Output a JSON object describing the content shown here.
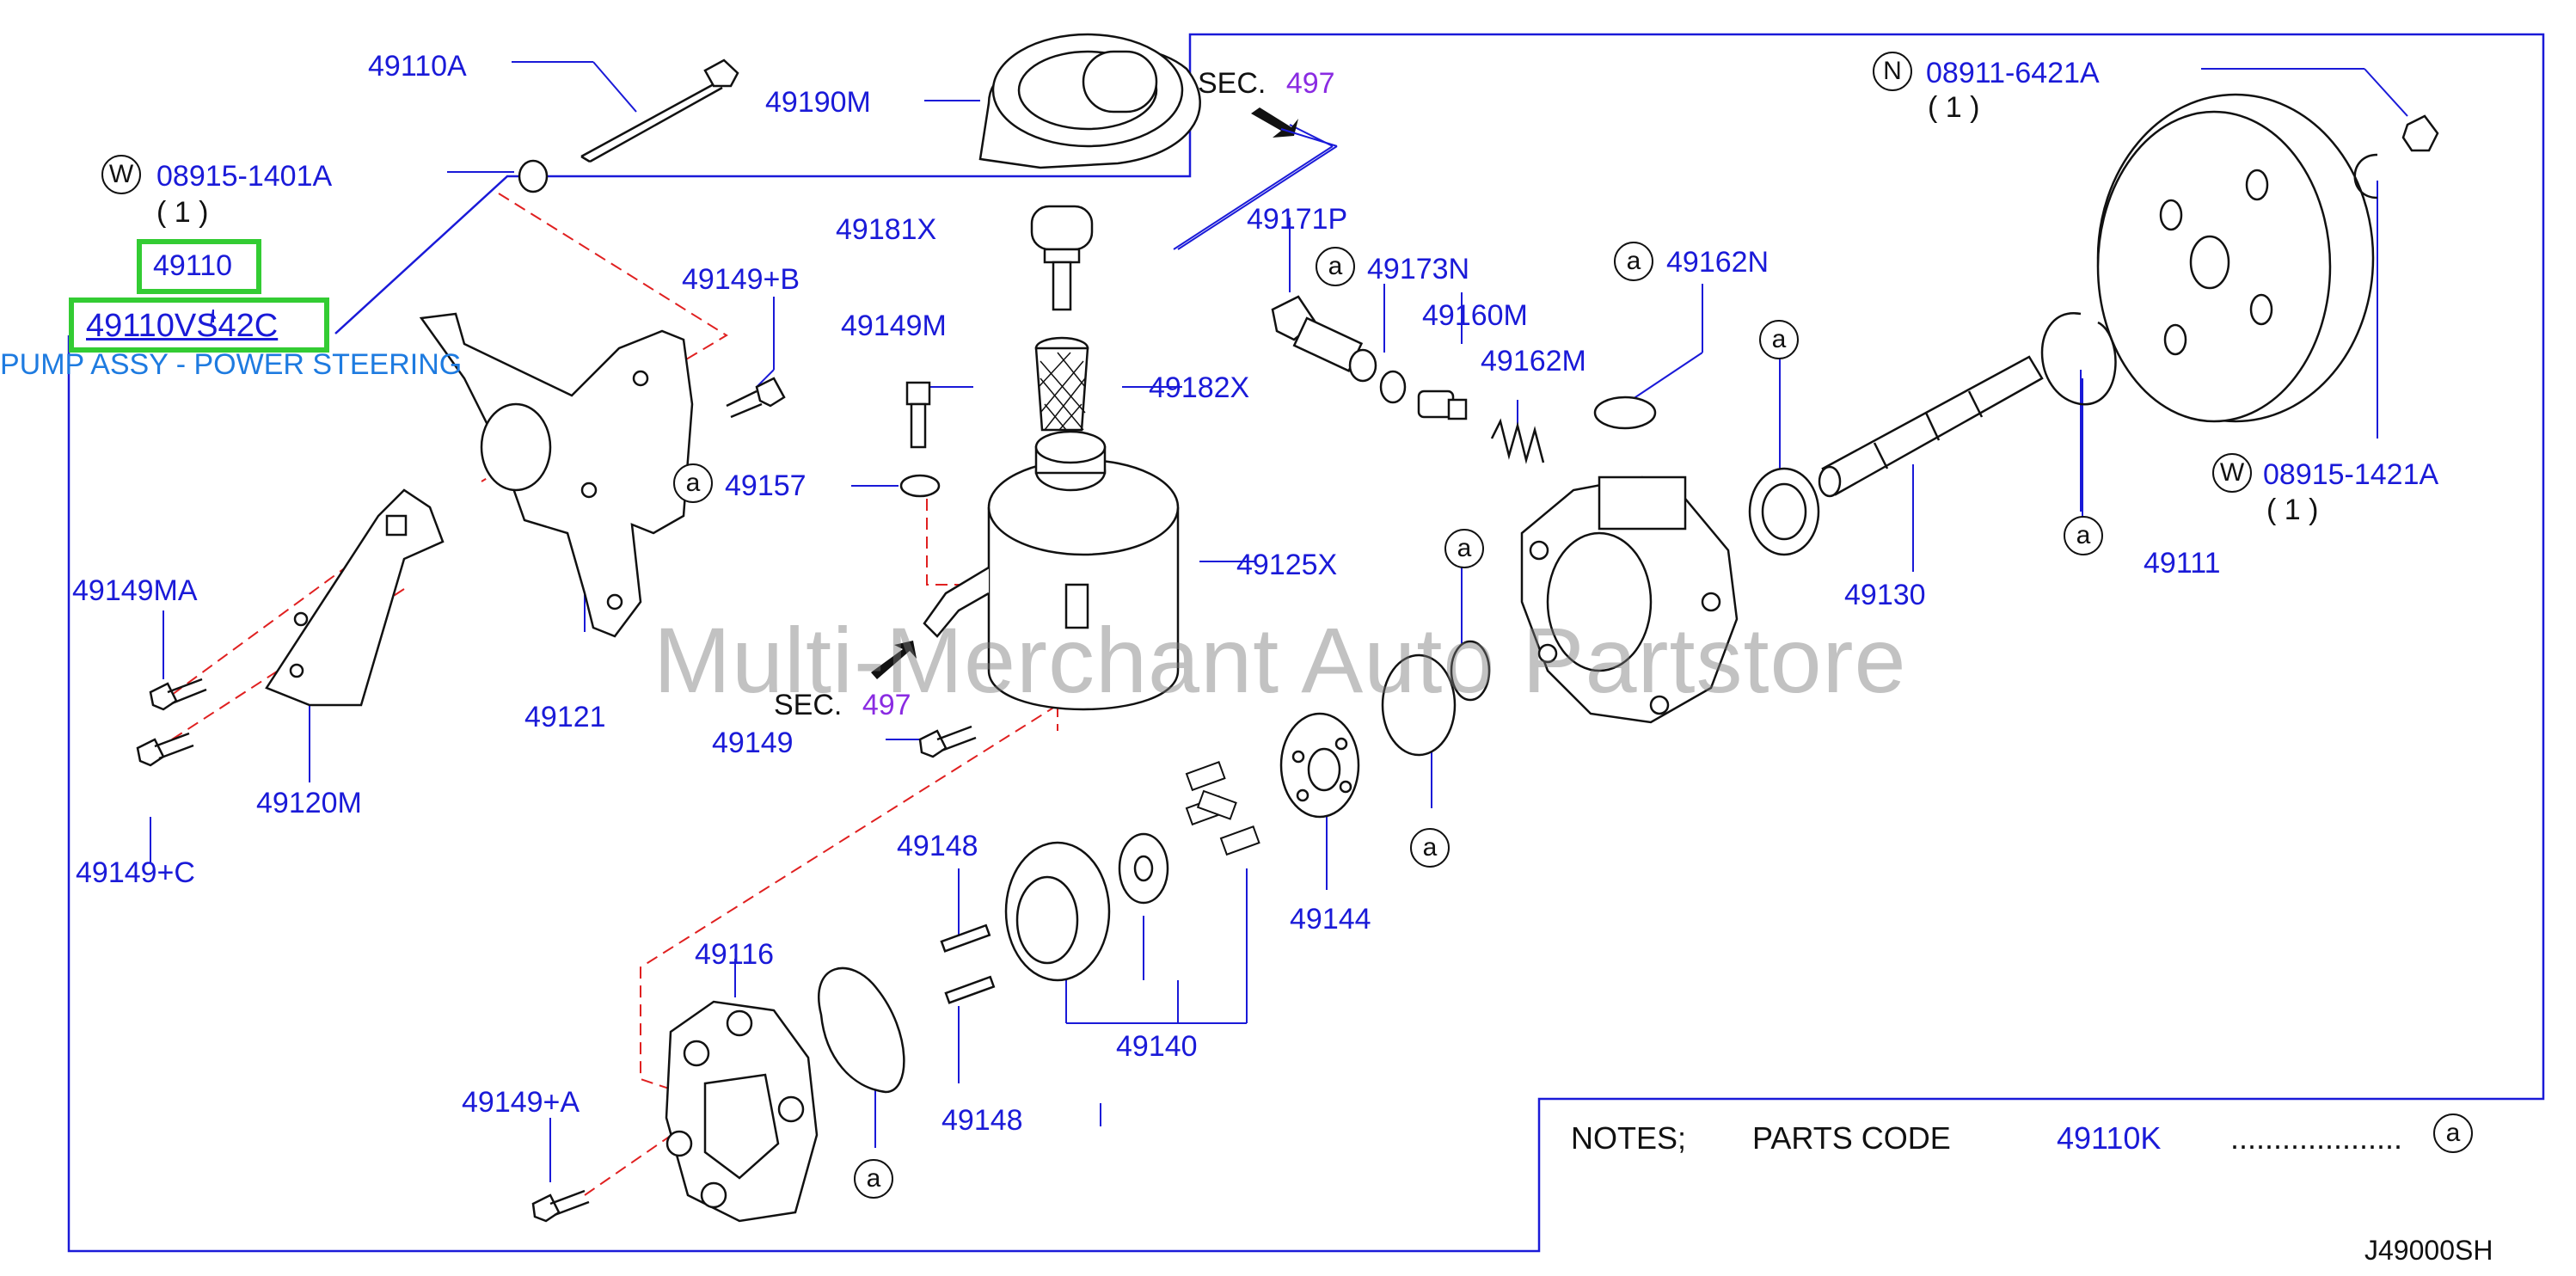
{
  "parts": {
    "p49110A": "49110A",
    "p49190M": "49190M",
    "p08915_1401A": "08915-1401A",
    "qty1_a": "( 1 )",
    "p49110": "49110",
    "p49110VS42C": "49110VS42C",
    "pump_desc": "PUMP ASSY - POWER STEERING",
    "p49149B": "49149+B",
    "p49121": "49121",
    "p49149MA": "49149MA",
    "p49120M": "49120M",
    "p49149C": "49149+C",
    "p49181X": "49181X",
    "p49149M": "49149M",
    "p49182X": "49182X",
    "p49157": "49157",
    "p49125X": "49125X",
    "p49149": "49149",
    "p49171P": "49171P",
    "p49173N": "49173N",
    "p49160M": "49160M",
    "p49162M": "49162M",
    "p49162N": "49162N",
    "p08911_6421A": "08911-6421A",
    "qty1_b": "( 1 )",
    "p08915_1421A": "08915-1421A",
    "qty1_c": "( 1 )",
    "p49111": "49111",
    "p49130": "49130",
    "p49144": "49144",
    "p49148_a": "49148",
    "p49148_b": "49148",
    "p49140": "49140",
    "p49116": "49116",
    "p49149A": "49149+A"
  },
  "sec": {
    "label1": "SEC.",
    "num1": "497",
    "label2": "SEC.",
    "num2": "497"
  },
  "markers": {
    "a": "a",
    "W": "W",
    "N": "N"
  },
  "notes": {
    "notes": "NOTES;",
    "parts_code": "PARTS  CODE",
    "code": "49110K",
    "dots": "....................",
    "mark": "a"
  },
  "diagram_id": "J49000SH",
  "watermark": "Multi-Merchant Auto Partstore",
  "colors": {
    "label": "#1a1ad8",
    "sec_number": "#8a2be2",
    "highlight": "#33cc33",
    "leader": "#1a1ad8",
    "dashed": "#e02020"
  }
}
